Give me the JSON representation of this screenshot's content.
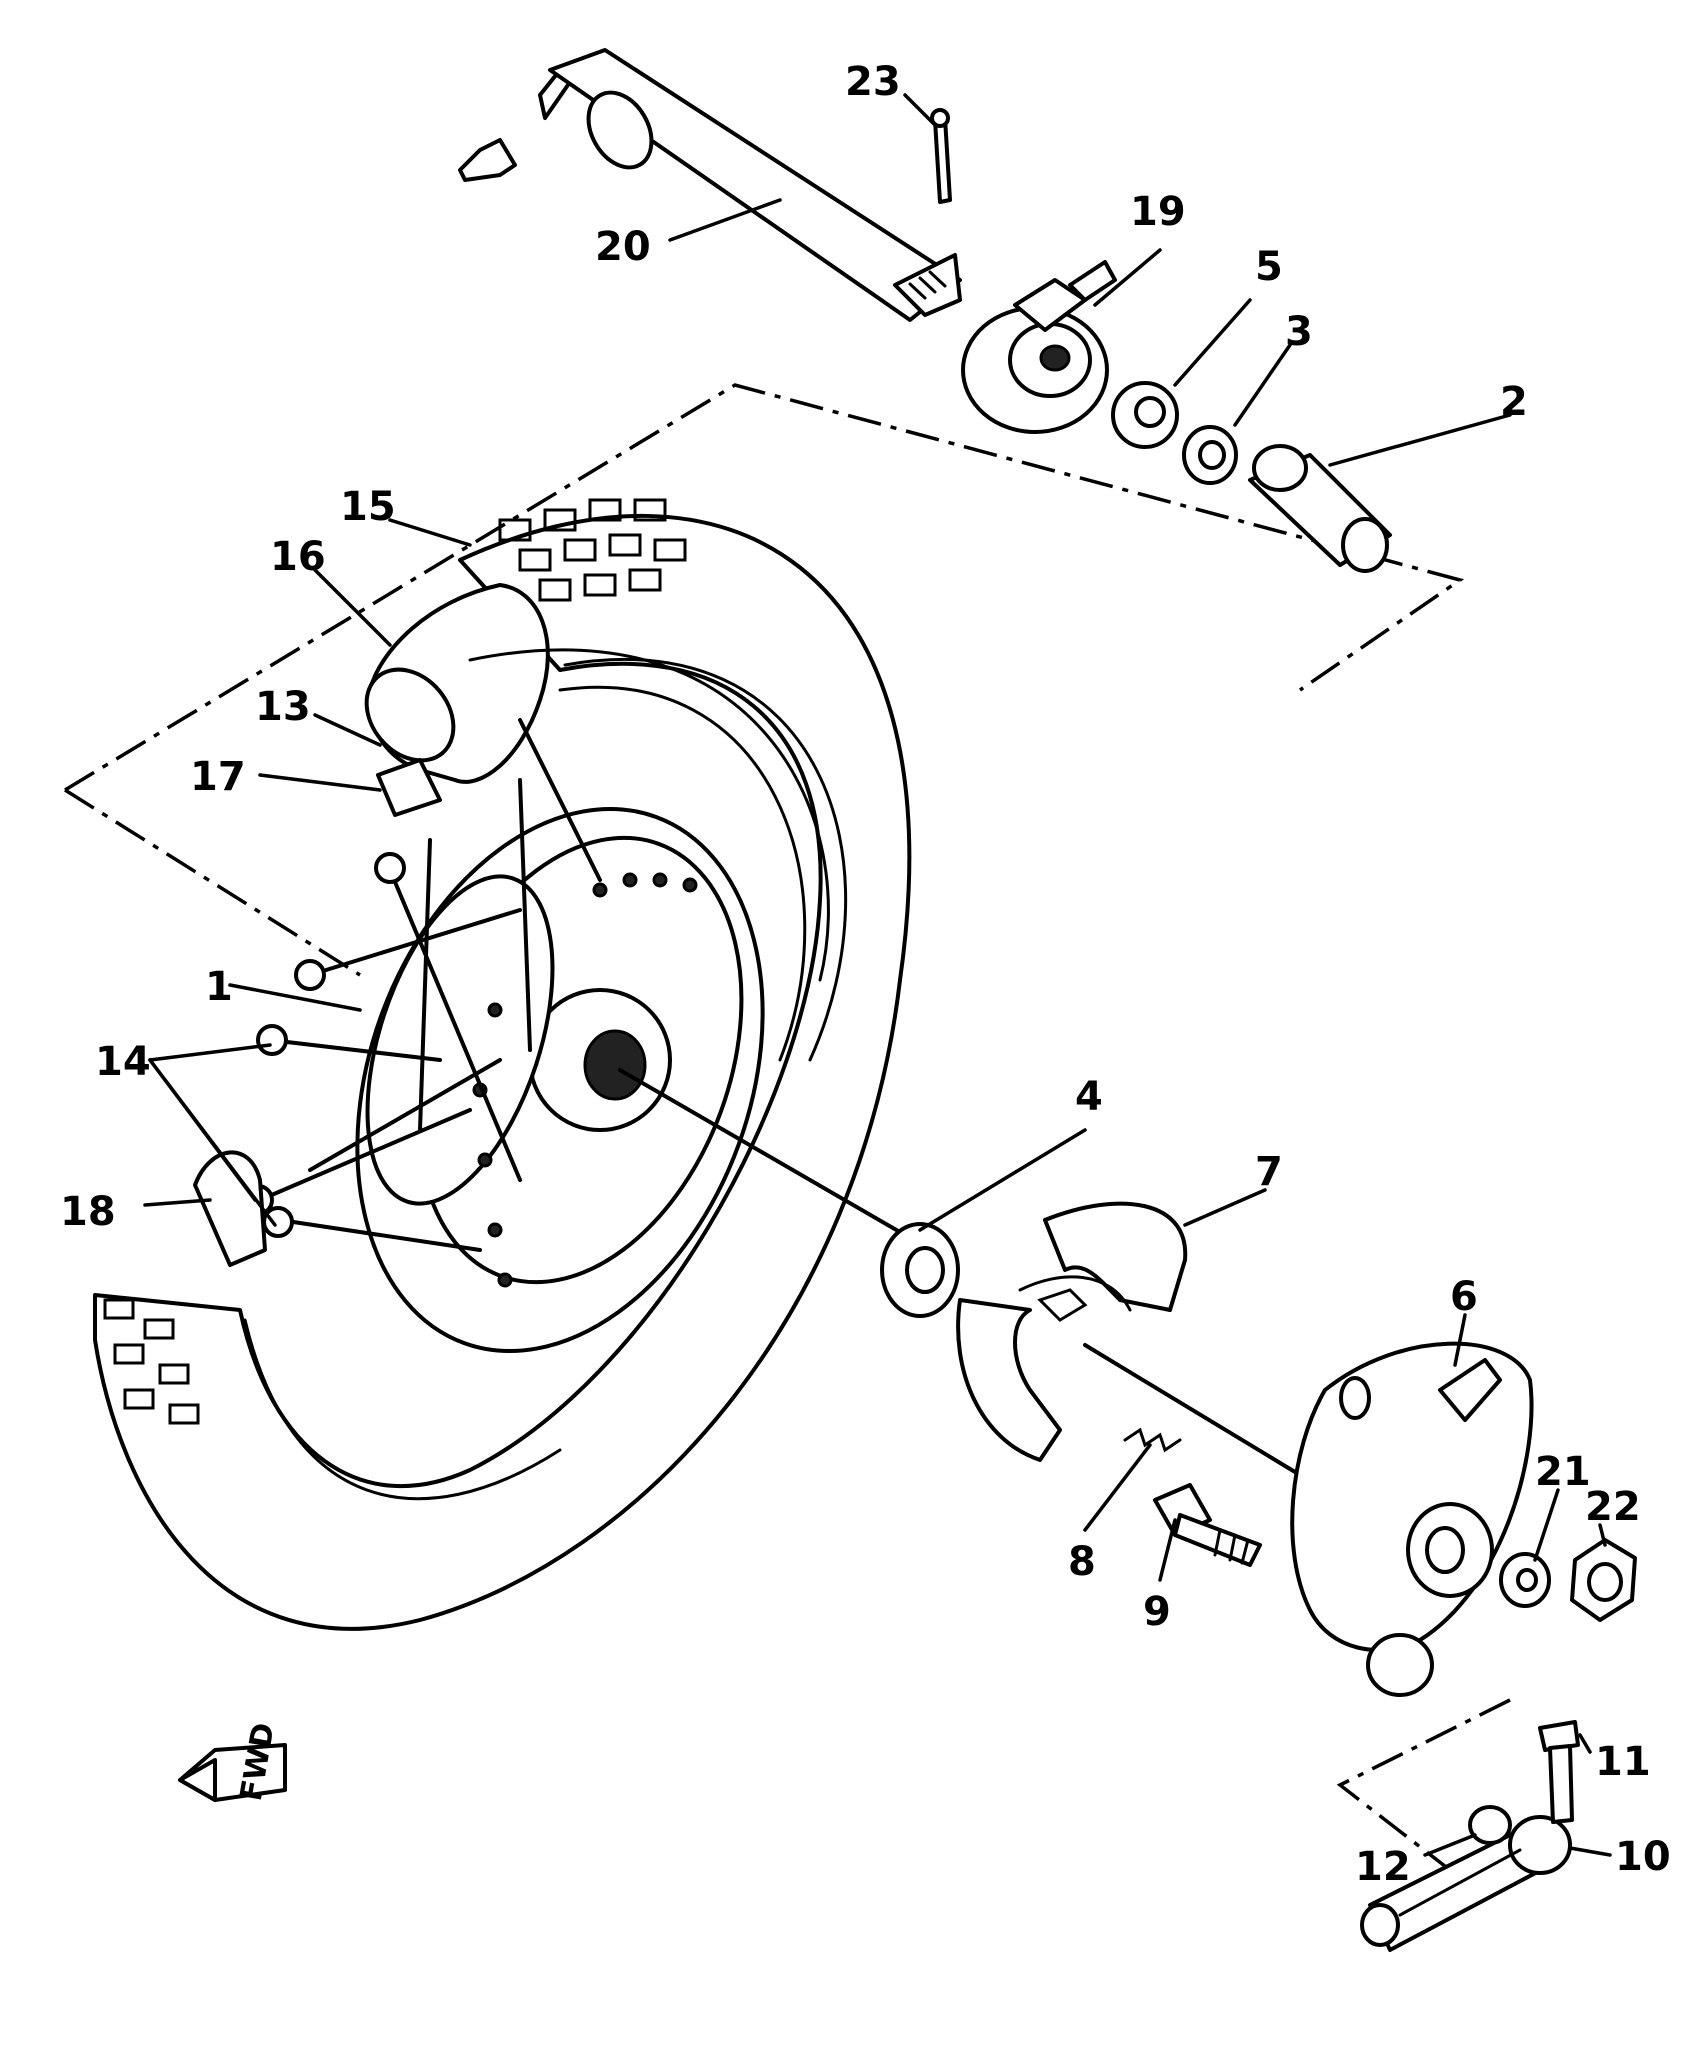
{
  "diagram": {
    "callouts": [
      {
        "id": "1",
        "label": "1"
      },
      {
        "id": "2",
        "label": "2"
      },
      {
        "id": "3",
        "label": "3"
      },
      {
        "id": "4",
        "label": "4"
      },
      {
        "id": "5",
        "label": "5"
      },
      {
        "id": "6",
        "label": "6"
      },
      {
        "id": "7",
        "label": "7"
      },
      {
        "id": "8",
        "label": "8"
      },
      {
        "id": "9",
        "label": "9"
      },
      {
        "id": "10",
        "label": "10"
      },
      {
        "id": "11",
        "label": "11"
      },
      {
        "id": "12",
        "label": "12"
      },
      {
        "id": "13",
        "label": "13"
      },
      {
        "id": "14",
        "label": "14"
      },
      {
        "id": "15",
        "label": "15"
      },
      {
        "id": "16",
        "label": "16"
      },
      {
        "id": "17",
        "label": "17"
      },
      {
        "id": "18",
        "label": "18"
      },
      {
        "id": "19",
        "label": "19"
      },
      {
        "id": "20",
        "label": "20"
      },
      {
        "id": "21",
        "label": "21"
      },
      {
        "id": "22",
        "label": "22"
      },
      {
        "id": "23",
        "label": "23"
      }
    ],
    "fwd_marker": "FWD"
  }
}
